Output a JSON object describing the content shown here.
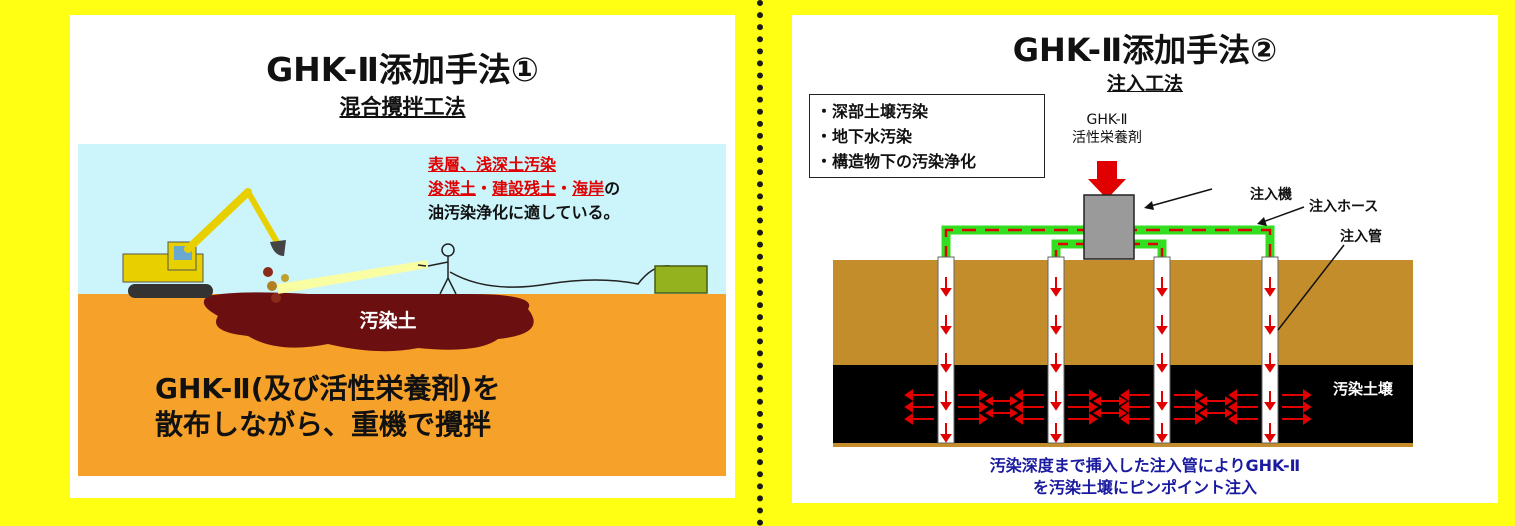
{
  "left": {
    "title": "GHK-Ⅱ添加手法①",
    "subtitle": "混合攪拌工法",
    "note_line1": "表層、浅深土汚染",
    "note_line2_a": "浚渫土",
    "note_line2_sep1": "・",
    "note_line2_b": "建設残土",
    "note_line2_sep2": "・",
    "note_line2_c": "海岸",
    "note_line2_d": "の",
    "note_line3": "油汚染浄化に適している。",
    "soil_label": "汚染土",
    "caption_line1": "GHK-Ⅱ(及び活性栄養剤)を",
    "caption_line2": "散布しながら、重機で攪拌"
  },
  "right": {
    "title": "GHK-Ⅱ添加手法②",
    "subtitle": "注入工法",
    "box_items": [
      "・深部土壌汚染",
      "・地下水汚染",
      "・構造物下の汚染浄化"
    ],
    "agent_line1": "GHK-Ⅱ",
    "agent_line2": "活性栄養剤",
    "label_machine": "注入機",
    "label_hose": "注入ホース",
    "label_pipe": "注入管",
    "label_contaminated": "汚染土壌",
    "caption_line1": "汚染深度まで挿入した注入管によりGHK-Ⅱ",
    "caption_line2": "を汚染土壌にピンポイント注入"
  },
  "colors": {
    "background": "#ffff14",
    "sky": "#ccf4fb",
    "soil": "#f5a12a",
    "contaminated_soil": "#6b0f10",
    "brown_soil": "#c48d2b",
    "dark_layer": "#000000",
    "hose": "#33dd1f",
    "arrow_red": "#e00000",
    "caption_blue": "#1a1aa0"
  },
  "icons": [
    "excavator-icon",
    "person-sprayer-icon",
    "pump-box-icon",
    "injection-machine-icon"
  ]
}
